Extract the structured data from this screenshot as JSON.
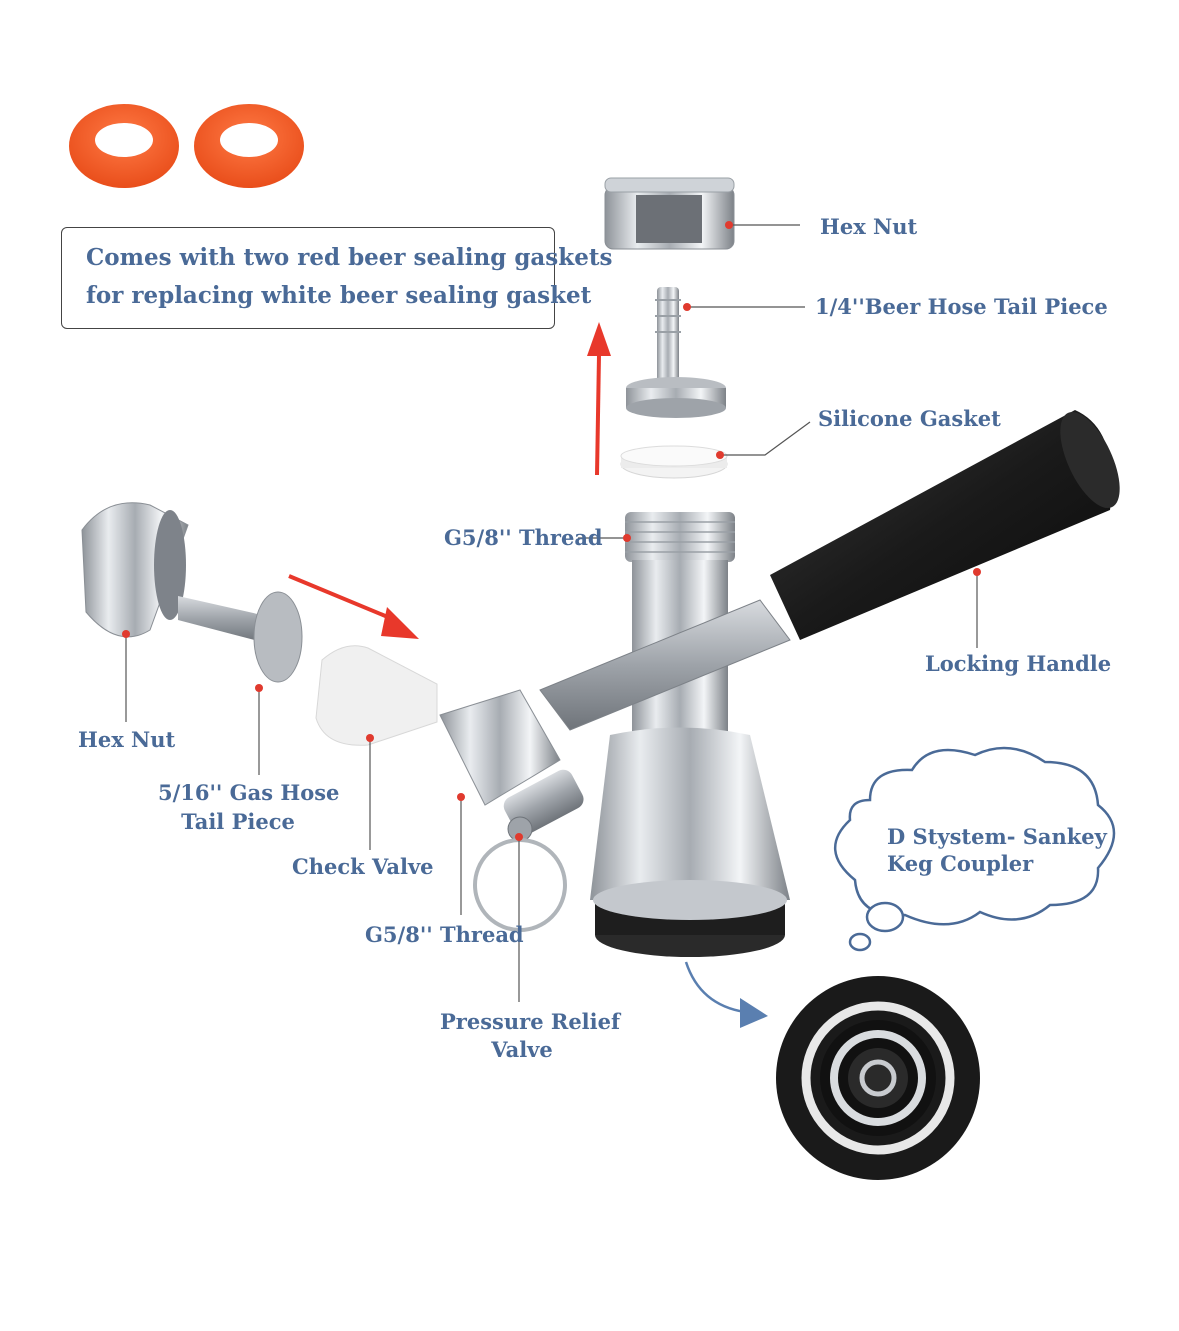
{
  "note": {
    "line1": "Comes with two red beer sealing gaskets",
    "line2": "for replacing white beer sealing gasket"
  },
  "labels": {
    "hex_nut_top": "Hex Nut",
    "beer_tail_piece": "1/4''Beer Hose Tail Piece",
    "silicone_gasket": "Silicone Gasket",
    "thread_top": "G5/8'' Thread",
    "locking_handle": "Locking Handle",
    "hex_nut_left": "Hex Nut",
    "gas_tail_line1": "5/16'' Gas Hose",
    "gas_tail_line2": "Tail Piece",
    "check_valve": "Check Valve",
    "thread_bottom": "G5/8'' Thread",
    "prv_line1": "Pressure Relief",
    "prv_line2": "Valve"
  },
  "cloud": {
    "line1": "D Stystem- Sankey",
    "line2": "Keg Coupler"
  },
  "colors": {
    "label_blue": "#4a6a97",
    "gasket_orange": "#f05a28",
    "marker_red": "#e03a2e",
    "arrow_red": "#e8382b"
  }
}
